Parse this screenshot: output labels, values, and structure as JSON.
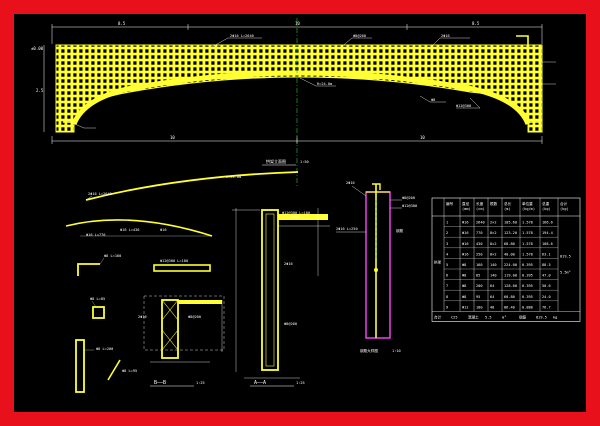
{
  "colors": {
    "border": "#e8101a",
    "background": "#000000",
    "structure": "#ffff33",
    "dimension": "#ffffff",
    "centerline": "#22cc22",
    "section_bar": "#ff44ff",
    "leader": "#33ffff"
  },
  "labels": {
    "elevation_title": "拱架立面图",
    "elevation_scale": "1:50",
    "section_bb": "B——B",
    "section_bb_scale": "1:25",
    "section_aa": "A——A",
    "section_aa_scale": "1:25",
    "detail_title": "钢筋大样图",
    "detail_scale": "1:10",
    "dim_top_left": "8.5",
    "dim_top_mid": "10",
    "dim_top_right": "8.5",
    "dim_bottom_left": "10",
    "dim_bottom_right": "10",
    "dim_height": "2.5",
    "elev_label": "±0.00",
    "curve_note": "R=24.0m"
  },
  "table": {
    "headers": [
      "编号",
      "直径\n(mm)",
      "长度\n(cm)",
      "根数",
      "总长\n(m)",
      "单位重\n(kg/m)",
      "总重\n(kg)",
      "合计\n(kg)"
    ],
    "rows": [
      [
        "1",
        "Φ16",
        "2640",
        "2×2",
        "105.60",
        "1.578",
        "166.6"
      ],
      [
        "2",
        "Φ16",
        "770",
        "8×2",
        "123.20",
        "1.578",
        "194.4"
      ],
      [
        "3",
        "Φ16",
        "430",
        "8×2",
        "68.80",
        "1.578",
        "108.6"
      ],
      [
        "4",
        "Φ16",
        "250",
        "8×2",
        "40.00",
        "1.578",
        "63.1"
      ],
      [
        "5",
        "Φ8",
        "160",
        "140",
        "224.00",
        "0.395",
        "88.5"
      ],
      [
        "6",
        "Φ8",
        "85",
        "140",
        "119.00",
        "0.395",
        "47.0"
      ],
      [
        "7",
        "Φ8",
        "200",
        "64",
        "128.00",
        "0.395",
        "50.6"
      ],
      [
        "8",
        "Φ8",
        "95",
        "64",
        "60.80",
        "0.395",
        "24.0"
      ],
      [
        "9",
        "Φ12",
        "180",
        "48",
        "86.40",
        "0.888",
        "76.7"
      ]
    ],
    "row_header": "拱架",
    "total_value": "819.5",
    "total_unit": "kg",
    "side_note": "5.5m³",
    "footer": [
      "合计",
      "C25",
      "混凝土",
      "5.5",
      "m³",
      "钢筋",
      "819.5",
      "kg"
    ]
  }
}
